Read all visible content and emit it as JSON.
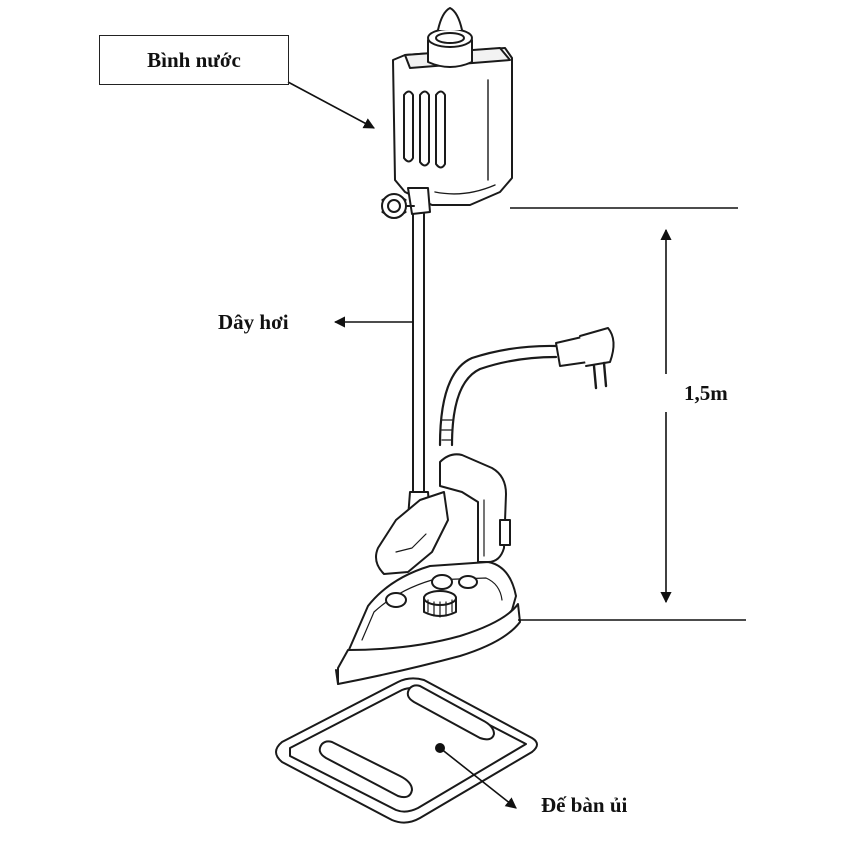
{
  "labels": {
    "water_tank": "Bình nước",
    "steam_hose": "Dây hơi",
    "height": "1,5m",
    "iron_stand": "Đế bàn ủi"
  }
}
